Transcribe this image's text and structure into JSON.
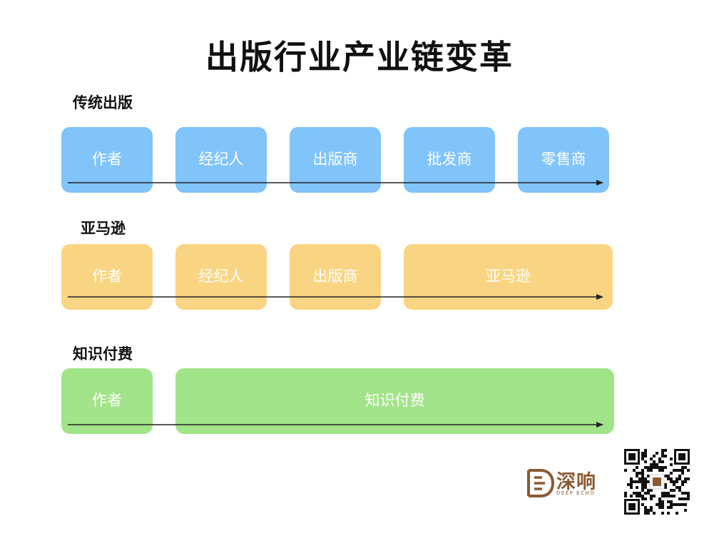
{
  "title": "出版行业产业链变革",
  "colors": {
    "blue": "#80c4fa",
    "yellow": "#f9d583",
    "green": "#a2e489",
    "arrow": "#222222"
  },
  "rows": [
    {
      "label": "传统出版",
      "boxes": [
        "作者",
        "经纪人",
        "出版商",
        "批发商",
        "零售商"
      ]
    },
    {
      "label": "亚马逊",
      "boxes": [
        "作者",
        "经纪人",
        "出版商",
        "亚马逊"
      ]
    },
    {
      "label": "知识付费",
      "boxes": [
        "作者",
        "知识付费"
      ]
    }
  ],
  "brand": {
    "cn": "深响",
    "en": "DEEP ECHO"
  },
  "icons": {
    "logo": "deep-echo-logo-icon",
    "qr": "qr-code-icon"
  }
}
